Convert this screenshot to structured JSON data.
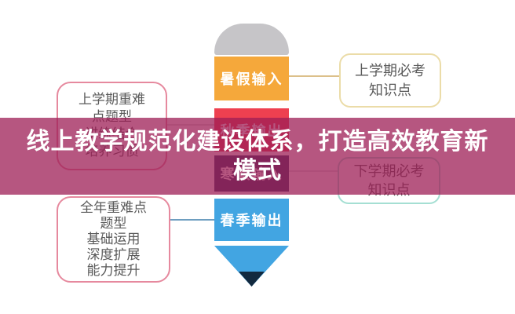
{
  "banner": {
    "title_line1": "线上教学规范化建设体系，打造高效教育新",
    "title_line2": "模式",
    "overlay_color": "#9E1E55",
    "text_color": "#FFFFFF"
  },
  "pencil": {
    "eraser_color": "#C6C5C8",
    "tip_color": "#42A5E2",
    "lead_color": "#12293F",
    "bands": [
      {
        "id": "summer-input",
        "label": "暑假输入",
        "color": "#F5A83B"
      },
      {
        "id": "autumn-output",
        "label": "秋季输出",
        "color": "#EE4050"
      },
      {
        "id": "winter-input",
        "label": "寒假输入",
        "color": "#353B63"
      },
      {
        "id": "spring-output",
        "label": "春季输出",
        "color": "#42A5E2"
      }
    ]
  },
  "boxes": {
    "top_left": {
      "border_color": "#E6899E",
      "lines": [
        "上学期重难",
        "点题型",
        "讲练结合",
        "培养习惯"
      ]
    },
    "bottom_left": {
      "border_color": "#E6899E",
      "lines": [
        "全年重难点",
        "题型",
        "基础运用",
        "深度扩展",
        "能力提升"
      ]
    },
    "top_right": {
      "border_color": "#EBDCA8",
      "lines": [
        "上学期必考",
        "知识点"
      ]
    },
    "bottom_right": {
      "border_color": "#A5DFD3",
      "lines": [
        "下学期必考",
        "知识点"
      ]
    }
  },
  "connector_colors": {
    "summer": "#DCC08A",
    "autumn": "#D9D9DC",
    "winter": "#DDDDE2",
    "spring": "#6E9EC0"
  }
}
